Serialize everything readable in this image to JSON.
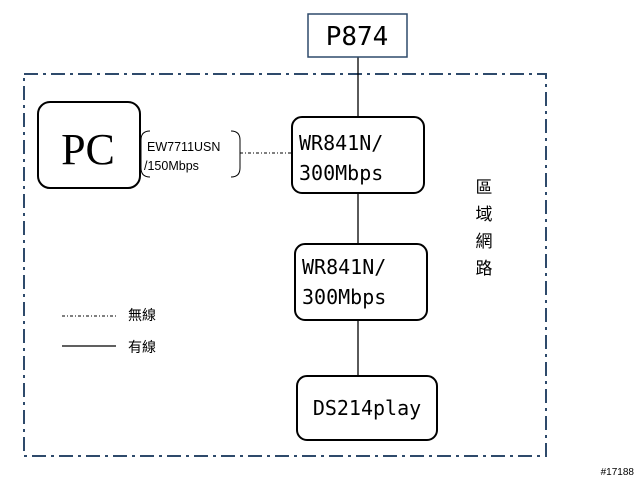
{
  "nodes": {
    "p874": "P874",
    "pc": "PC",
    "adapter_line1": "EW7711USN",
    "adapter_line2": "/150Mbps",
    "router1_line1": "WR841N/",
    "router1_line2": "300Mbps",
    "router2_line1": "WR841N/",
    "router2_line2": "300Mbps",
    "nas": "DS214play"
  },
  "region_label": [
    "區",
    "域",
    "網",
    "路"
  ],
  "legend": {
    "wireless": "無線",
    "wired": "有線"
  },
  "watermark": "#17188",
  "colors": {
    "region_border": "#2e4a6b",
    "line": "#000000"
  }
}
